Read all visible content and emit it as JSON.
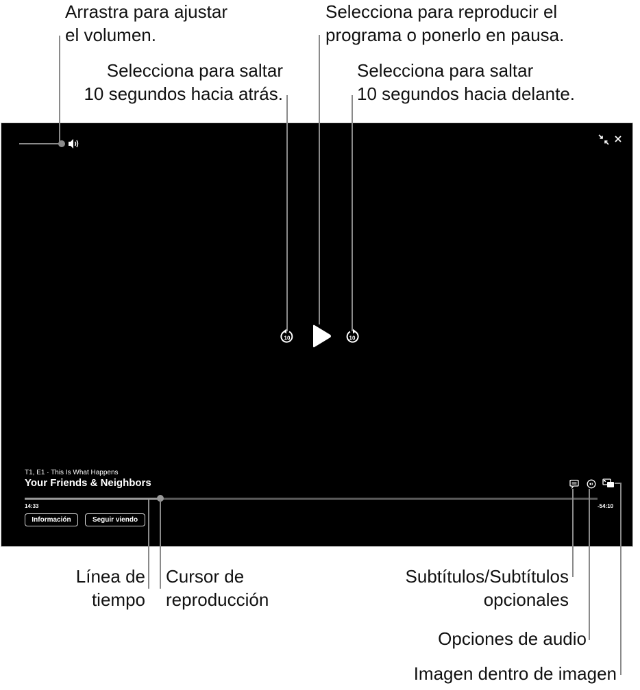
{
  "callouts": {
    "volume": [
      "Arrastra para ajustar",
      "el volumen."
    ],
    "play_pause": [
      "Selecciona para reproducir el",
      "programa o ponerlo en pausa."
    ],
    "skip_back": [
      "Selecciona para saltar",
      "10 segundos hacia atrás."
    ],
    "skip_forward": [
      "Selecciona para saltar",
      "10 segundos hacia delante."
    ],
    "timeline": [
      "Línea de",
      "tiempo"
    ],
    "playhead": [
      "Cursor de",
      "reproducción"
    ],
    "subtitles": [
      "Subtítulos/Subtítulos",
      "opcionales"
    ],
    "audio_options": "Opciones de audio",
    "pip": "Imagen dentro de imagen"
  },
  "player": {
    "episode_label": "T1, E1 · This Is What Happens",
    "show_title": "Your Friends & Neighbors",
    "time_elapsed": "14:33",
    "time_remaining": "-54:10",
    "skip_seconds": "10",
    "buttons": {
      "info": "Información",
      "continue_watching": "Seguir viendo"
    },
    "icons": {
      "volume": "speaker-wave-icon",
      "shrink": "exit-fullscreen-icon",
      "close": "close-icon",
      "skip_back": "skip-back-10-icon",
      "play": "play-icon",
      "skip_forward": "skip-forward-10-icon",
      "subtitles": "subtitles-icon",
      "audio": "audio-options-icon",
      "pip": "picture-in-picture-icon"
    },
    "colors": {
      "background": "#000000",
      "foreground": "#ffffff",
      "callout_line": "#8a8a8a"
    }
  }
}
